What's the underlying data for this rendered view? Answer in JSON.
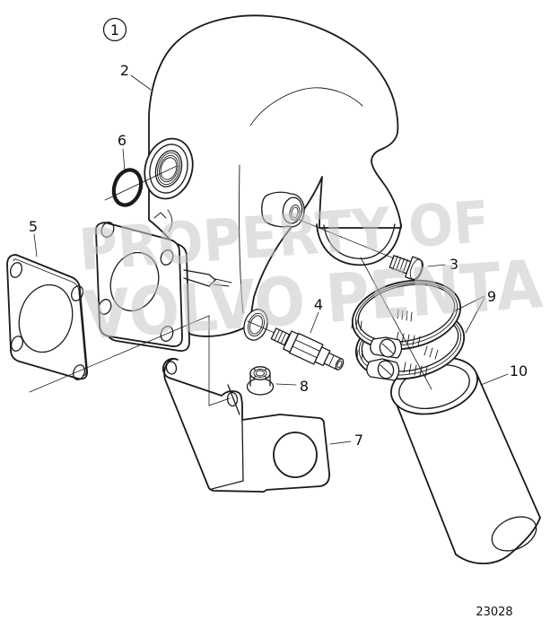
{
  "diagram": {
    "figure_number": "23028",
    "watermark": {
      "line1": "PROPERTY OF",
      "line2": "VOLVO PENTA"
    },
    "callouts": {
      "c1": "1",
      "c2": "2",
      "c3": "3",
      "c4": "4",
      "c5": "5",
      "c6": "6",
      "c7": "7",
      "c8": "8",
      "c9": "9",
      "c10": "10"
    },
    "colors": {
      "line": "#1a1a1a",
      "watermark": "#c8c8c8",
      "background": "#ffffff"
    }
  }
}
